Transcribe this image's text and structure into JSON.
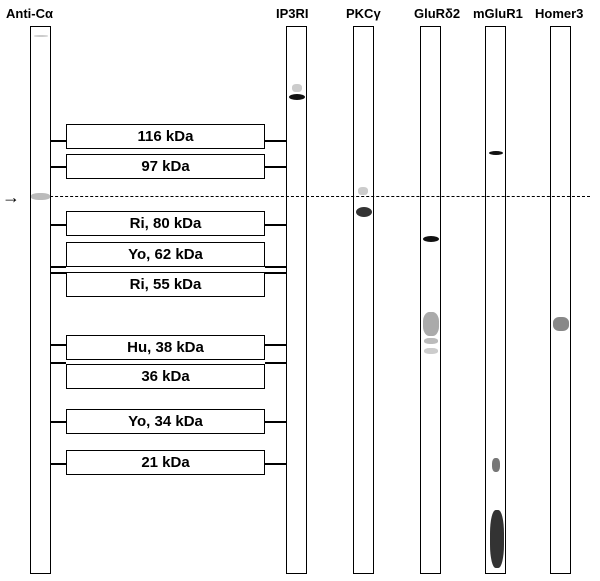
{
  "lanes": [
    {
      "id": "anti-ca",
      "label": "Anti-Cα"
    },
    {
      "id": "ip3ri",
      "label": "IP3RI"
    },
    {
      "id": "pkcg",
      "label": "PKCγ"
    },
    {
      "id": "glurd2",
      "label": "GluRδ2"
    },
    {
      "id": "mglur1",
      "label": "mGluR1"
    },
    {
      "id": "homer3",
      "label": "Homer3"
    }
  ],
  "markers": [
    {
      "label": "116 kDa"
    },
    {
      "label": "97 kDa"
    },
    {
      "label": "Ri, 80 kDa"
    },
    {
      "label": "Yo, 62 kDa"
    },
    {
      "label": "Ri, 55 kDa"
    },
    {
      "label": "Hu, 38 kDa"
    },
    {
      "label": "36 kDa"
    },
    {
      "label": "Yo, 34 kDa"
    },
    {
      "label": "21 kDa"
    }
  ],
  "arrow": {
    "glyph": "→",
    "meaning": "Anti-Cα band"
  },
  "colors": {
    "band": "#111111",
    "smear": "#9a9a9a",
    "line": "#000000"
  }
}
